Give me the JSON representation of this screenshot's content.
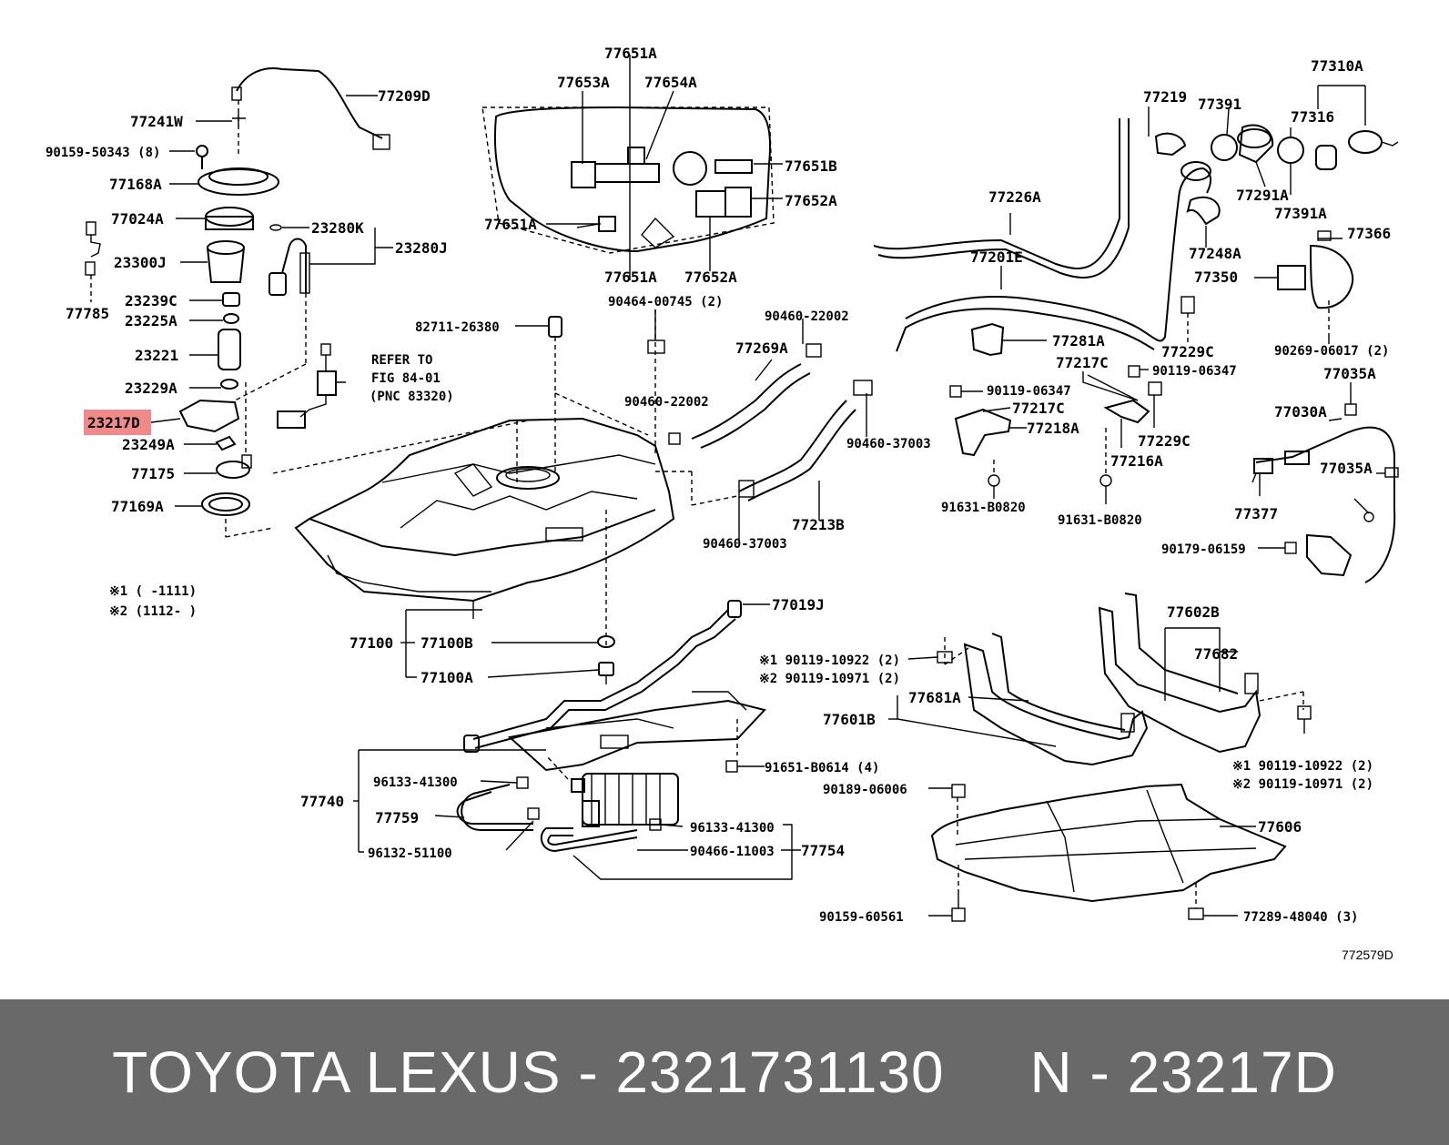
{
  "labels": {
    "l_77209D": "77209D",
    "l_77241W": "77241W",
    "l_90159_50343": "90159-50343 (8)",
    "l_77168A": "77168A",
    "l_77024A": "77024A",
    "l_23300J": "23300J",
    "l_23239C": "23239C",
    "l_77785": "77785",
    "l_23225A": "23225A",
    "l_23221": "23221",
    "l_23229A": "23229A",
    "l_23217D": "23217D",
    "l_23249A": "23249A",
    "l_77175": "77175",
    "l_77169A": "77169A",
    "l_23280K": "23280K",
    "l_23280J": "23280J",
    "l_refer1": "REFER TO",
    "l_refer2": "FIG 84-01",
    "l_refer3": "(PNC 83320)",
    "l_82711": "82711-26380",
    "l_note1": "※1 (    -1111)",
    "l_note2": "※2 (1112-    )",
    "l_77651A_top": "77651A",
    "l_77653A": "77653A",
    "l_77654A": "77654A",
    "l_77651B": "77651B",
    "l_77652A_r": "77652A",
    "l_77651A_l": "77651A",
    "l_77651A_b": "77651A",
    "l_77652A_b": "77652A",
    "l_90464": "90464-00745 (2)",
    "l_90460_22002a": "90460-22002",
    "l_90460_22002b": "90460-22002",
    "l_77269A": "77269A",
    "l_90460_37003a": "90460-37003",
    "l_90460_37003b": "90460-37003",
    "l_77213B": "77213B",
    "l_77226A": "77226A",
    "l_77201E": "77201E",
    "l_77219": "77219",
    "l_77391": "77391",
    "l_77291A": "77291A",
    "l_77248A": "77248A",
    "l_77310A": "77310A",
    "l_77316": "77316",
    "l_77391A": "77391A",
    "l_77366": "77366",
    "l_77350": "77350",
    "l_77229C_a": "77229C",
    "l_77281A": "77281A",
    "l_77217C_a": "77217C",
    "l_90119_06347a": "90119-06347",
    "l_90119_06347b": "90119-06347",
    "l_77217C_b": "77217C",
    "l_77218A": "77218A",
    "l_77229C_b": "77229C",
    "l_77216A": "77216A",
    "l_91631_a": "91631-B0820",
    "l_91631_b": "91631-B0820",
    "l_90269": "90269-06017 (2)",
    "l_77035A_a": "77035A",
    "l_77030A": "77030A",
    "l_77035A_b": "77035A",
    "l_77377": "77377",
    "l_90179": "90179-06159",
    "l_77019J": "77019J",
    "l_77100": "77100",
    "l_77100B": "77100B",
    "l_77100A": "77100A",
    "l_n1_10922a": "※1 90119-10922 (2)",
    "l_n2_10971a": "※2 90119-10971 (2)",
    "l_77681A": "77681A",
    "l_77601B": "77601B",
    "l_77602B": "77602B",
    "l_77682": "77682",
    "l_n1_10922b": "※1 90119-10922 (2)",
    "l_n2_10971b": "※2 90119-10971 (2)",
    "l_91651": "91651-B0614 (4)",
    "l_90189": "90189-06006",
    "l_77606": "77606",
    "l_77740": "77740",
    "l_96133_a": "96133-41300",
    "l_77759": "77759",
    "l_96132": "96132-51100",
    "l_96133_b": "96133-41300",
    "l_90466": "90466-11003",
    "l_77754": "77754",
    "l_90159_60561": "90159-60561",
    "l_77289": "77289-48040 (3)",
    "l_fig": "772579D"
  },
  "highlight_label": "23217D",
  "highlight_color": "#f08a8a",
  "banner": {
    "text": "TOYOTA LEXUS - 2321731130     N - 23217D",
    "background": "#696969",
    "color": "#ffffff"
  }
}
